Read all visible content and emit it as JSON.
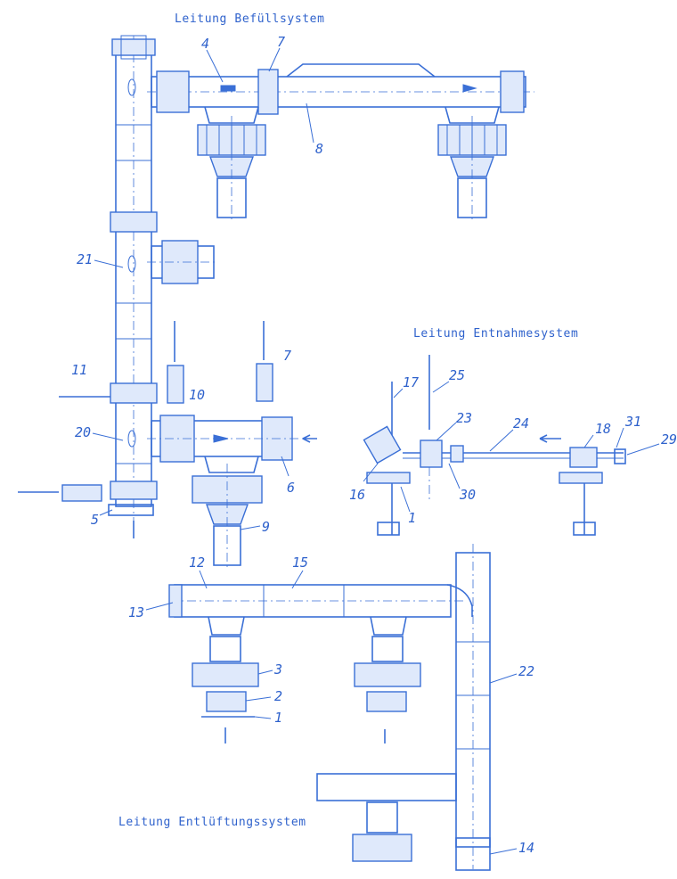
{
  "titles": {
    "fill": "Leitung Befüllsystem",
    "extract": "Leitung Entnahmesystem",
    "vent": "Leitung Entlüftungssystem"
  },
  "callouts": {
    "c4": "4",
    "c7a": "7",
    "c8": "8",
    "c21": "21",
    "c11": "11",
    "c10": "10",
    "c7b": "7",
    "c20": "20",
    "c6": "6",
    "c9": "9",
    "c5": "5",
    "c17": "17",
    "c25": "25",
    "c23": "23",
    "c24": "24",
    "c18": "18",
    "c31": "31",
    "c29": "29",
    "c16": "16",
    "c1a": "1",
    "c30": "30",
    "c12": "12",
    "c15": "15",
    "c13": "13",
    "c3": "3",
    "c2": "2",
    "c1b": "1",
    "c22": "22",
    "c14": "14"
  },
  "colors": {
    "line": "#3a6fd6",
    "fill": "#dfe9fb",
    "text": "#2f62cc",
    "paper": "#ffffff"
  }
}
